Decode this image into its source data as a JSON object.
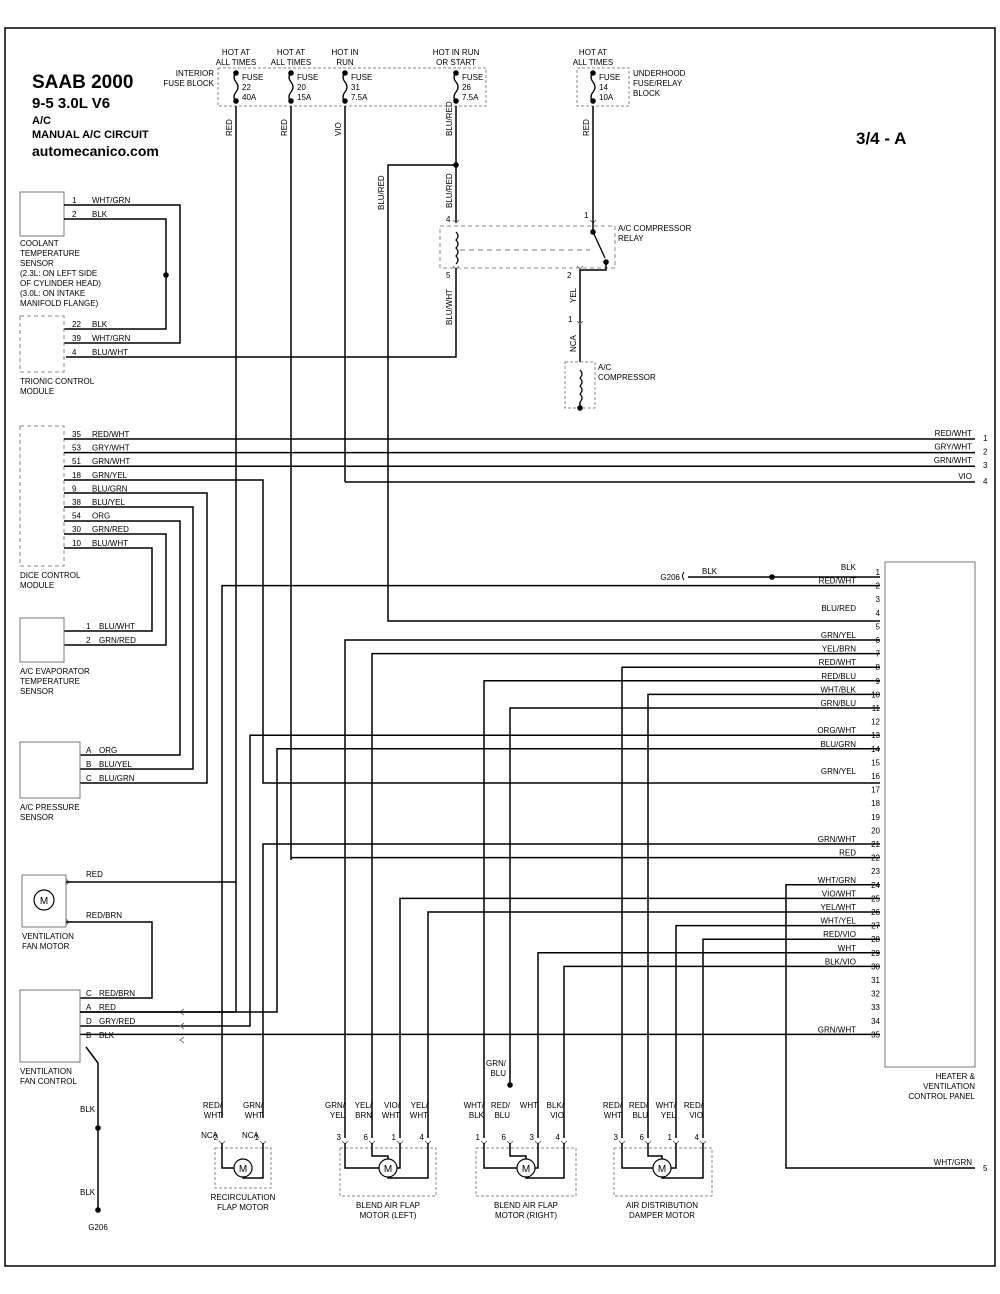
{
  "header": {
    "title": "SAAB 2000",
    "model": "9-5   3.0L  V6",
    "system": "A/C",
    "circuit": "MANUAL A/C CIRCUIT",
    "website": "automecanico.com",
    "page_ref": "3/4 - A"
  },
  "power_sources": [
    {
      "id": "f22",
      "line1": "HOT AT",
      "line2": "ALL TIMES",
      "fuse": "FUSE",
      "num": "22",
      "amp": "40A",
      "wire": "RED"
    },
    {
      "id": "f20",
      "line1": "HOT AT",
      "line2": "ALL TIMES",
      "fuse": "FUSE",
      "num": "20",
      "amp": "15A",
      "wire": "RED"
    },
    {
      "id": "f31",
      "line1": "HOT IN",
      "line2": "RUN",
      "fuse": "FUSE",
      "num": "31",
      "amp": "7.5A",
      "wire": "VIO"
    },
    {
      "id": "f26",
      "line1": "HOT IN RUN",
      "line2": "OR START",
      "fuse": "FUSE",
      "num": "26",
      "amp": "7.5A",
      "wire": "BLU/RED"
    },
    {
      "id": "f14",
      "line1": "HOT AT",
      "line2": "ALL TIMES",
      "fuse": "FUSE",
      "num": "14",
      "amp": "10A",
      "wire": "RED"
    }
  ],
  "fuse_blocks": {
    "interior": [
      "INTERIOR",
      "FUSE BLOCK"
    ],
    "underhood": [
      "UNDERHOOD",
      "FUSE/RELAY",
      "BLOCK"
    ]
  },
  "components": {
    "coolant_sensor": [
      "COOLANT",
      "TEMPERATURE",
      "SENSOR",
      "(2.3L: ON LEFT SIDE",
      "OF CYLINDER HEAD)",
      "(3.0L: ON INTAKE",
      "MANIFOLD FLANGE)"
    ],
    "trionic": [
      "TRIONIC CONTROL",
      "MODULE"
    ],
    "dice": [
      "DICE CONTROL",
      "MODULE"
    ],
    "evap_sensor": [
      "A/C EVAPORATOR",
      "TEMPERATURE",
      "SENSOR"
    ],
    "pressure_sensor": [
      "A/C PRESSURE",
      "SENSOR"
    ],
    "vent_fan_motor": [
      "VENTILATION",
      "FAN MOTOR"
    ],
    "vent_fan_control": [
      "VENTILATION",
      "FAN CONTROL"
    ],
    "relay": [
      "A/C COMPRESSOR",
      "RELAY"
    ],
    "compressor": [
      "A/C",
      "COMPRESSOR"
    ],
    "hvac_panel": [
      "HEATER &",
      "VENTILATION",
      "CONTROL PANEL"
    ],
    "recirc_motor": [
      "RECIRCULATION",
      "FLAP MOTOR"
    ],
    "blend_left": [
      "BLEND AIR FLAP",
      "MOTOR (LEFT)"
    ],
    "blend_right": [
      "BLEND AIR FLAP",
      "MOTOR (RIGHT)"
    ],
    "air_dist": [
      "AIR DISTRIBUTION",
      "DAMPER MOTOR"
    ]
  },
  "coolant_pins": [
    {
      "pin": "1",
      "wire": "WHT/GRN"
    },
    {
      "pin": "2",
      "wire": "BLK"
    }
  ],
  "trionic_pins": [
    {
      "pin": "22",
      "wire": "BLK"
    },
    {
      "pin": "39",
      "wire": "WHT/GRN"
    },
    {
      "pin": "4",
      "wire": "BLU/WHT"
    }
  ],
  "dice_pins": [
    {
      "pin": "35",
      "wire": "RED/WHT"
    },
    {
      "pin": "53",
      "wire": "GRY/WHT"
    },
    {
      "pin": "51",
      "wire": "GRN/WHT"
    },
    {
      "pin": "18",
      "wire": "GRN/YEL"
    },
    {
      "pin": "9",
      "wire": "BLU/GRN"
    },
    {
      "pin": "38",
      "wire": "BLU/YEL"
    },
    {
      "pin": "54",
      "wire": "ORG"
    },
    {
      "pin": "30",
      "wire": "GRN/RED"
    },
    {
      "pin": "10",
      "wire": "BLU/WHT"
    }
  ],
  "right_exits": [
    {
      "wire": "RED/WHT",
      "num": "1"
    },
    {
      "wire": "GRY/WHT",
      "num": "2"
    },
    {
      "wire": "GRN/WHT",
      "num": "3"
    },
    {
      "wire": "VIO",
      "num": "4"
    }
  ],
  "evap_pins": [
    {
      "pin": "1",
      "wire": "BLU/WHT"
    },
    {
      "pin": "2",
      "wire": "GRN/RED"
    }
  ],
  "pressure_pins": [
    {
      "pin": "A",
      "wire": "ORG"
    },
    {
      "pin": "B",
      "wire": "BLU/YEL"
    },
    {
      "pin": "C",
      "wire": "BLU/GRN"
    }
  ],
  "fan_motor_wires": [
    "RED",
    "RED/BRN"
  ],
  "fan_control_pins": [
    {
      "pin": "C",
      "wire": "RED/BRN"
    },
    {
      "pin": "A",
      "wire": "RED"
    },
    {
      "pin": "D",
      "wire": "GRY/RED"
    },
    {
      "pin": "B",
      "wire": "BLK"
    }
  ],
  "relay_pins": {
    "p4": "4",
    "p5": "5",
    "p1": "1",
    "p2": "2"
  },
  "relay_wires": {
    "in": "BLU/RED",
    "out": "BLU/WHT",
    "yel": "YEL",
    "bluRed": "BLU/RED"
  },
  "compressor_pin": {
    "num": "1",
    "nca": "NCA"
  },
  "ground": {
    "name": "G206",
    "wire": "BLK"
  },
  "panel_pins": [
    {
      "num": "1",
      "wire": "BLK"
    },
    {
      "num": "2",
      "wire": "RED/WHT"
    },
    {
      "num": "3",
      "wire": ""
    },
    {
      "num": "4",
      "wire": "BLU/RED"
    },
    {
      "num": "5",
      "wire": ""
    },
    {
      "num": "6",
      "wire": "GRN/YEL"
    },
    {
      "num": "7",
      "wire": "YEL/BRN"
    },
    {
      "num": "8",
      "wire": "RED/WHT"
    },
    {
      "num": "9",
      "wire": "RED/BLU"
    },
    {
      "num": "10",
      "wire": "WHT/BLK"
    },
    {
      "num": "11",
      "wire": "GRN/BLU"
    },
    {
      "num": "12",
      "wire": ""
    },
    {
      "num": "13",
      "wire": "ORG/WHT"
    },
    {
      "num": "14",
      "wire": "BLU/GRN"
    },
    {
      "num": "15",
      "wire": ""
    },
    {
      "num": "16",
      "wire": "GRN/YEL"
    },
    {
      "num": "17",
      "wire": ""
    },
    {
      "num": "18",
      "wire": ""
    },
    {
      "num": "19",
      "wire": ""
    },
    {
      "num": "20",
      "wire": ""
    },
    {
      "num": "21",
      "wire": "GRN/WHT"
    },
    {
      "num": "22",
      "wire": "RED"
    },
    {
      "num": "23",
      "wire": ""
    },
    {
      "num": "24",
      "wire": "WHT/GRN"
    },
    {
      "num": "25",
      "wire": "VIO/WHT"
    },
    {
      "num": "26",
      "wire": "YEL/WHT"
    },
    {
      "num": "27",
      "wire": "WHT/YEL"
    },
    {
      "num": "28",
      "wire": "RED/VIO"
    },
    {
      "num": "29",
      "wire": "WHT"
    },
    {
      "num": "30",
      "wire": "BLK/VIO"
    },
    {
      "num": "31",
      "wire": ""
    },
    {
      "num": "32",
      "wire": ""
    },
    {
      "num": "33",
      "wire": ""
    },
    {
      "num": "34",
      "wire": ""
    },
    {
      "num": "35",
      "wire": "GRN/WHT"
    }
  ],
  "bottom_exit": {
    "wire": "WHT/GRN",
    "num": "5"
  },
  "motors": [
    {
      "id": "recirc",
      "pins": [
        {
          "pin": "2",
          "wire": "RED/\nWHT",
          "nca": "NCA"
        },
        {
          "pin": "1",
          "wire": "GRN/\nWHT",
          "nca": "NCA"
        }
      ]
    },
    {
      "id": "blendL",
      "pins": [
        {
          "pin": "3",
          "wire": "GRN/\nYEL"
        },
        {
          "pin": "6",
          "wire": "YEL/\nBRN"
        },
        {
          "pin": "1",
          "wire": "VIO/\nWHT"
        },
        {
          "pin": "4",
          "wire": "YEL/\nWHT"
        }
      ]
    },
    {
      "id": "blendR",
      "pins": [
        {
          "pin": "1",
          "wire": "WHT/\nBLK"
        },
        {
          "pin": "6",
          "wire": "RED/\nBLU"
        },
        {
          "pin": "3",
          "wire": "WHT"
        },
        {
          "pin": "4",
          "wire": "BLK/\nVIO"
        }
      ]
    },
    {
      "id": "airdist",
      "pins": [
        {
          "pin": "3",
          "wire": "RED/\nWHT"
        },
        {
          "pin": "6",
          "wire": "RED/\nBLU"
        },
        {
          "pin": "1",
          "wire": "WHT/\nYEL"
        },
        {
          "pin": "4",
          "wire": "RED/\nVIO"
        }
      ]
    }
  ],
  "grn_blu_label": "GRN/\nBLU",
  "motor_symbol": "M"
}
